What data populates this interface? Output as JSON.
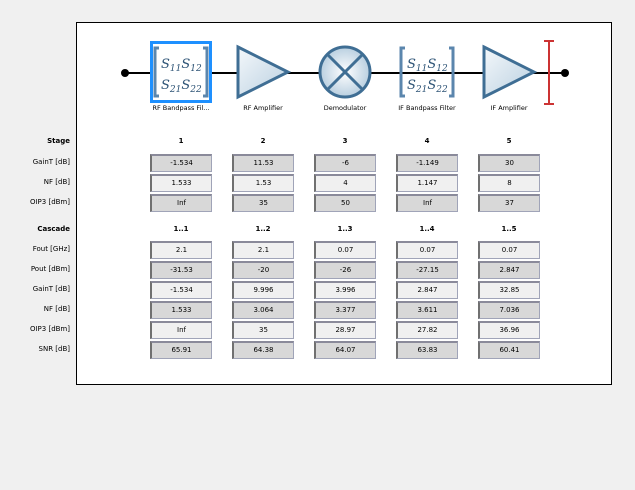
{
  "diagram": {
    "blocks": [
      {
        "name": "RF Bandpass Fil...",
        "type": "sparams",
        "selected": true
      },
      {
        "name": "RF Amplifier",
        "type": "amplifier",
        "selected": false
      },
      {
        "name": "Demodulator",
        "type": "mixer",
        "selected": false
      },
      {
        "name": "IF Bandpass Filter",
        "type": "sparams",
        "selected": false
      },
      {
        "name": "IF Amplifier",
        "type": "amplifier",
        "selected": false
      }
    ],
    "sparam_labels": {
      "s11": "S11",
      "s12": "S12",
      "s21": "S21",
      "s22": "S22"
    },
    "colors": {
      "selection": "#1e90ff",
      "block": "#4a7fa8",
      "probe": "#cc3333"
    }
  },
  "stage_table": {
    "header": "Stage",
    "columns": [
      "1",
      "2",
      "3",
      "4",
      "5"
    ],
    "rows": [
      {
        "label": "GainT [dB]",
        "values": [
          "-1.534",
          "11.53",
          "-6",
          "-1.149",
          "30"
        ]
      },
      {
        "label": "NF [dB]",
        "values": [
          "1.533",
          "1.53",
          "4",
          "1.147",
          "8"
        ]
      },
      {
        "label": "OIP3 [dBm]",
        "values": [
          "Inf",
          "35",
          "50",
          "Inf",
          "37"
        ]
      }
    ]
  },
  "cascade_table": {
    "header": "Cascade",
    "columns": [
      "1..1",
      "1..2",
      "1..3",
      "1..4",
      "1..5"
    ],
    "rows": [
      {
        "label": "Fout [GHz]",
        "values": [
          "2.1",
          "2.1",
          "0.07",
          "0.07",
          "0.07"
        ]
      },
      {
        "label": "Pout [dBm]",
        "values": [
          "-31.53",
          "-20",
          "-26",
          "-27.15",
          "2.847"
        ]
      },
      {
        "label": "GainT [dB]",
        "values": [
          "-1.534",
          "9.996",
          "3.996",
          "2.847",
          "32.85"
        ]
      },
      {
        "label": "NF [dB]",
        "values": [
          "1.533",
          "3.064",
          "3.377",
          "3.611",
          "7.036"
        ]
      },
      {
        "label": "OIP3 [dBm]",
        "values": [
          "Inf",
          "35",
          "28.97",
          "27.82",
          "36.96"
        ]
      },
      {
        "label": "SNR [dB]",
        "values": [
          "65.91",
          "64.38",
          "64.07",
          "63.83",
          "60.41"
        ]
      }
    ]
  }
}
